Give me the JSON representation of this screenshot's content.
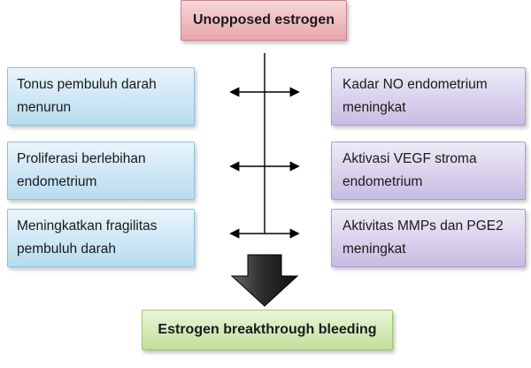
{
  "top": {
    "label": "Unopposed estrogen"
  },
  "left_boxes": [
    {
      "lines": [
        "Tonus pembuluh darah",
        "menurun"
      ]
    },
    {
      "lines": [
        "Proliferasi berlebihan",
        "endometrium"
      ]
    },
    {
      "lines": [
        "Meningkatkan fragilitas",
        "pembuluh darah"
      ]
    }
  ],
  "right_boxes": [
    {
      "lines": [
        "Kadar NO endometrium",
        "meningkat"
      ]
    },
    {
      "lines": [
        "Aktivasi VEGF stroma",
        "endometrium"
      ]
    },
    {
      "lines": [
        "Aktivitas MMPs dan PGE2",
        "meningkat"
      ]
    }
  ],
  "bottom": {
    "label": "Estrogen breakthrough bleeding"
  }
}
